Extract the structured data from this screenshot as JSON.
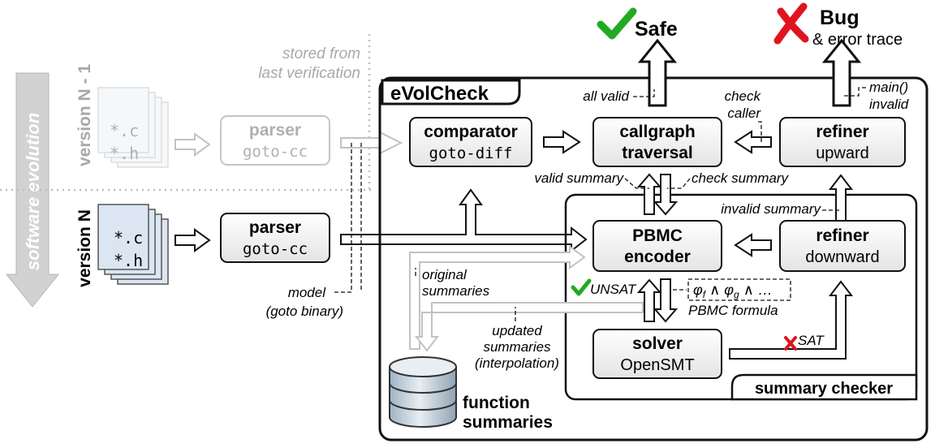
{
  "outcomes": {
    "safe": "Safe",
    "bug": "Bug",
    "bug_sub": "& error trace"
  },
  "evolution": {
    "axis_label": "software evolution",
    "version_prev": "version N - 1",
    "version_curr": "version N",
    "stored_line1": "stored from",
    "stored_line2": "last verification"
  },
  "files": {
    "c": "*.c",
    "h": "*.h"
  },
  "parser": {
    "title": "parser",
    "sub": "goto-cc"
  },
  "model_label": {
    "line1": "model",
    "line2": "(goto binary)"
  },
  "tool": {
    "name": "eVolCheck",
    "comparator_title": "comparator",
    "comparator_sub": "goto-diff",
    "callgraph_line1": "callgraph",
    "callgraph_line2": "traversal",
    "refiner_up_title": "refiner",
    "refiner_up_sub": "upward",
    "all_valid": "all valid",
    "check_caller_line1": "check",
    "check_caller_line2": "caller",
    "main_invalid_line1": "main()",
    "main_invalid_line2": "invalid",
    "valid_summary": "valid summary",
    "check_summary": "check summary",
    "invalid_summary": "invalid summary"
  },
  "checker": {
    "name": "summary checker",
    "pbmc_line1": "PBMC",
    "pbmc_line2": "encoder",
    "refiner_down_title": "refiner",
    "refiner_down_sub": "downward",
    "unsat": "UNSAT",
    "sat": "SAT",
    "formula_label": "PBMC formula",
    "solver_title": "solver",
    "solver_sub": "OpenSMT"
  },
  "summaries": {
    "original_line1": "original",
    "original_line2": "summaries",
    "updated_line1": "updated",
    "updated_line2": "summaries",
    "updated_line3": "(interpolation)",
    "db_line1": "function",
    "db_line2": "summaries"
  },
  "colors": {
    "grey_light": "#d2d2d2",
    "grey_text": "#a8a8a8",
    "file_blue": "#dbe6f2",
    "check_green": "#22aa22",
    "cross_red": "#e0141e"
  }
}
